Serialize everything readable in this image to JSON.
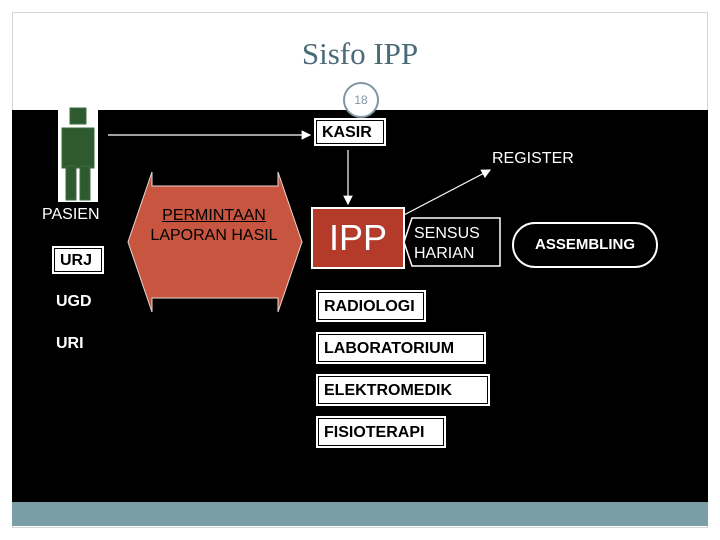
{
  "slide": {
    "title": "Sisfo IPP",
    "number": "18"
  },
  "nodes": {
    "kasir": "KASIR",
    "register": "REGISTER",
    "pasien": "PASIEN",
    "urj": "URJ",
    "ugd": "UGD",
    "uri": "URI",
    "request_line1": "PERMINTAAN",
    "request_line2": "LAPORAN HASIL",
    "ipp": "IPP",
    "sensus_line1": "SENSUS",
    "sensus_line2": "HARIAN",
    "assembling": "ASSEMBLING",
    "radiologi": "RADIOLOGI",
    "laboratorium": "LABORATORIUM",
    "elektromedik": "ELEKTROMEDIK",
    "fisioterapi": "FISIOTERAPI"
  },
  "colors": {
    "title": "#4a6a78",
    "panel": "#000000",
    "footer": "#7a9ea6",
    "ipp_fill": "#b43a2a",
    "request_arrow_fill": "#c7553f",
    "person_icon": "#2f5a2f"
  }
}
